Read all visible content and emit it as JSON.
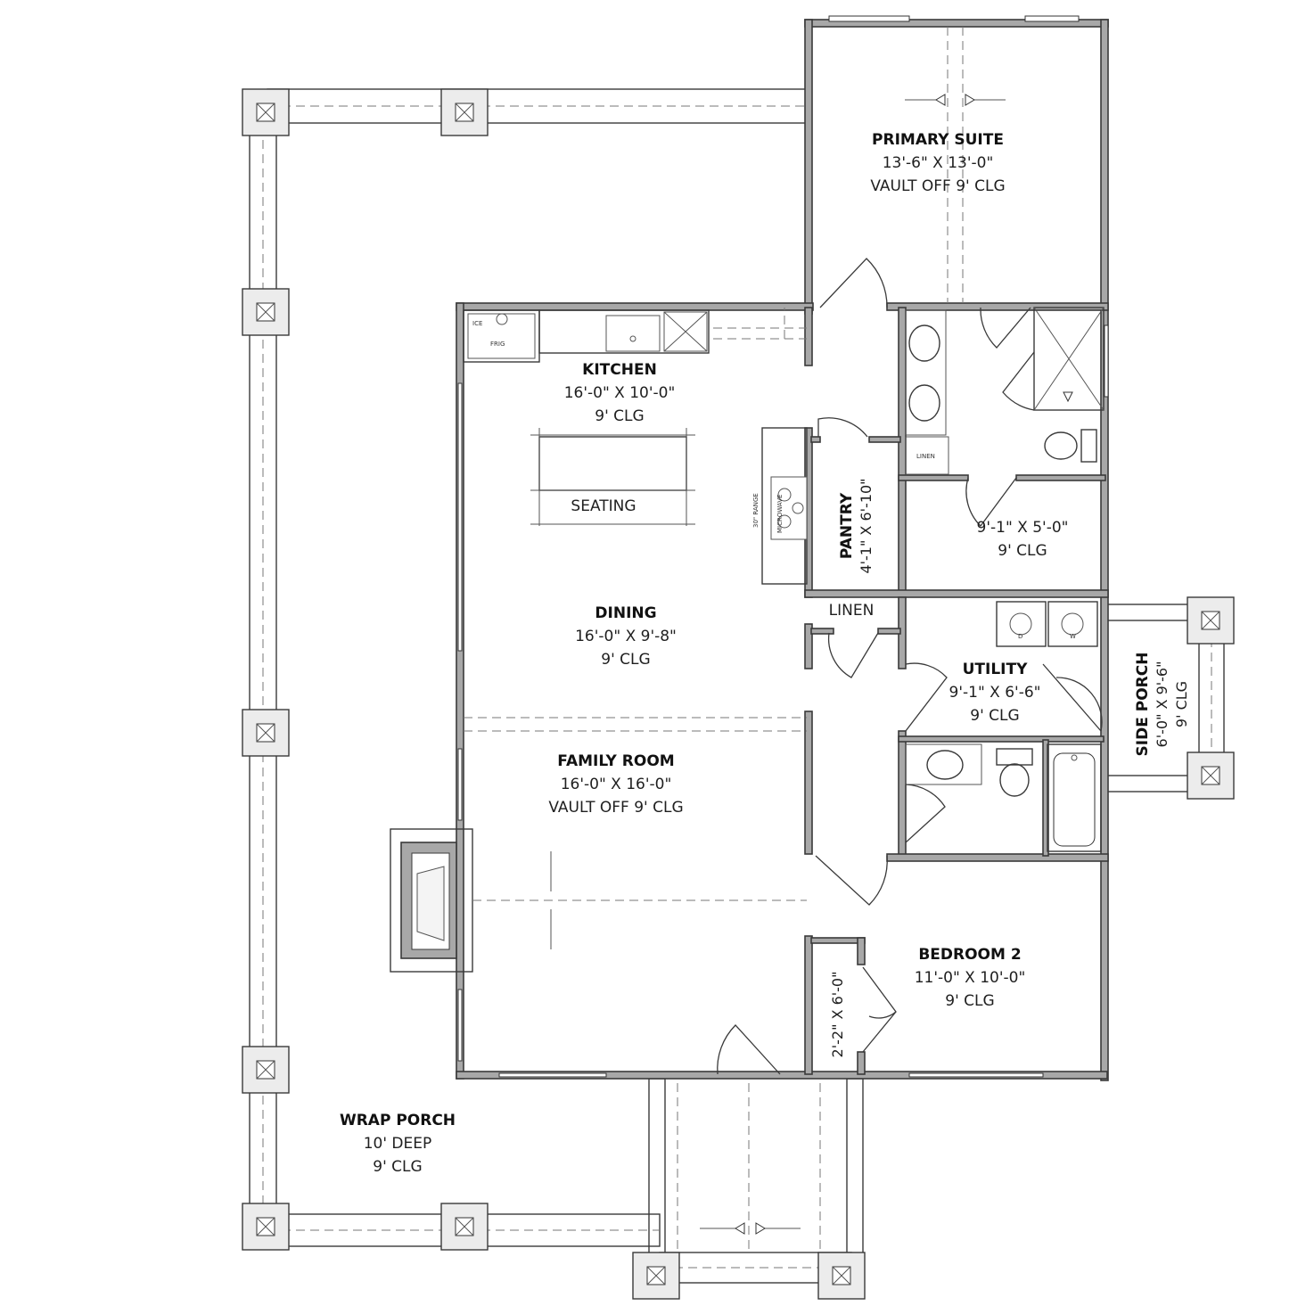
{
  "rooms": {
    "primary_suite": {
      "name": "PRIMARY SUITE",
      "size": "13'-6\" X 13'-0\"",
      "ceiling": "VAULT OFF 9' CLG"
    },
    "kitchen": {
      "name": "KITCHEN",
      "size": "16'-0\" X 10'-0\"",
      "ceiling": "9' CLG"
    },
    "dining": {
      "name": "DINING",
      "size": "16'-0\" X 9'-8\"",
      "ceiling": "9' CLG"
    },
    "family_room": {
      "name": "FAMILY ROOM",
      "size": "16'-0\" X 16'-0\"",
      "ceiling": "VAULT OFF 9' CLG"
    },
    "pantry": {
      "name": "PANTRY",
      "size": "4'-1\" X 6'-10\""
    },
    "primary_bath": {
      "size": "9'-1\" X 5'-0\"",
      "ceiling": "9' CLG"
    },
    "utility": {
      "name": "UTILITY",
      "size": "9'-1\" X 6'-6\"",
      "ceiling": "9' CLG"
    },
    "side_porch": {
      "name": "SIDE PORCH",
      "size": "6'-0\" X 9'-6\"",
      "ceiling": "9' CLG"
    },
    "bedroom_2": {
      "name": "BEDROOM 2",
      "size": "11'-0\" X 10'-0\"",
      "ceiling": "9' CLG"
    },
    "closet": {
      "size": "2'-2\" X 6'-0\""
    },
    "wrap_porch": {
      "name": "WRAP PORCH",
      "depth": "10' DEEP",
      "ceiling": "9' CLG"
    }
  },
  "fixtures": {
    "seating": "SEATING",
    "linen_hall": "LINEN",
    "linen_bath": "LINEN",
    "ice": "ICE",
    "frig": "FRIG",
    "range": "30\" RANGE",
    "microwave": "MICROWAVE",
    "dryer": "D",
    "washer": "W"
  }
}
